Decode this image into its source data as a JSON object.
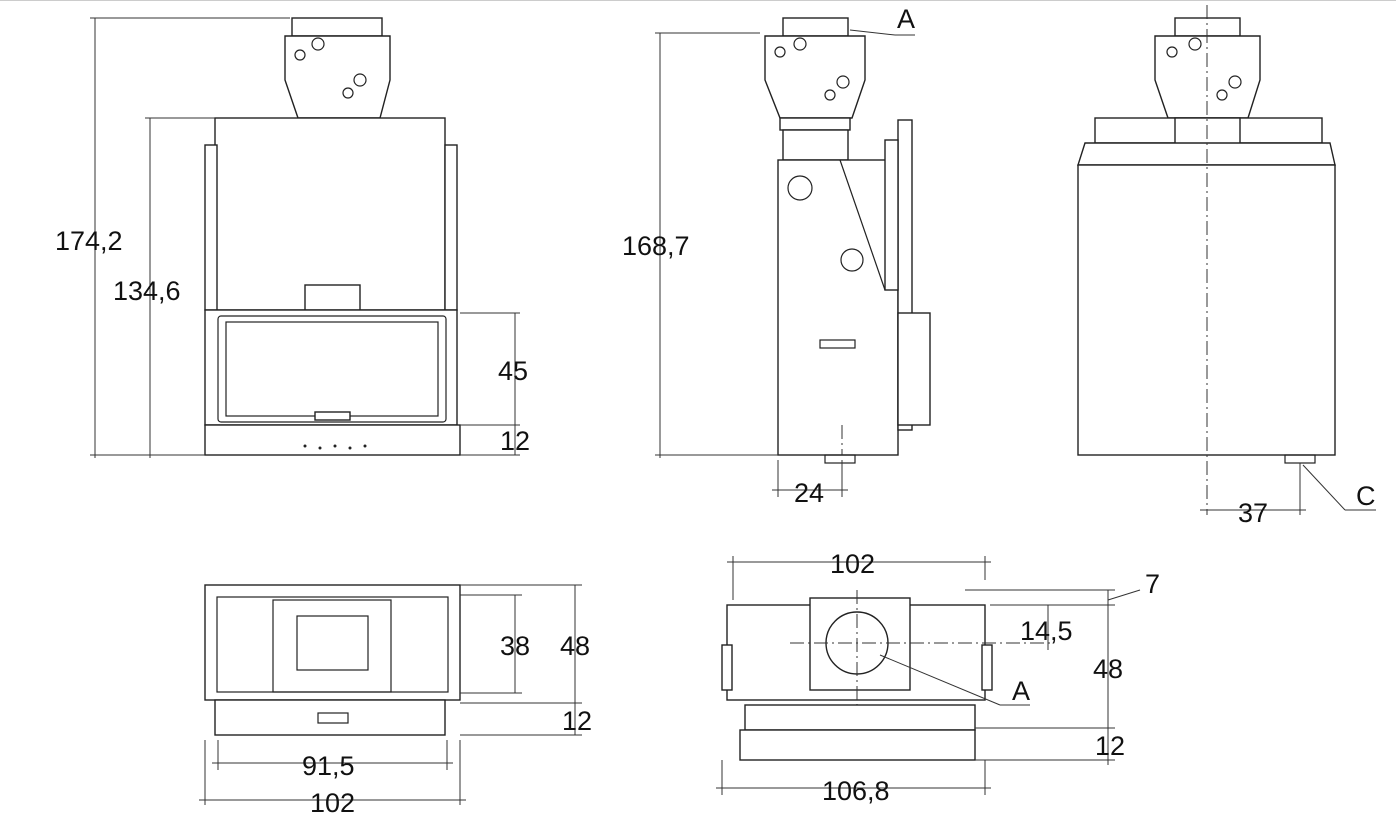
{
  "front_view": {
    "height_total": "174,2",
    "height_body": "134,6",
    "door_height": "45",
    "base_height": "12"
  },
  "side_view": {
    "height_total": "168,7",
    "flue_label": "A",
    "offset": "24"
  },
  "rear_view": {
    "offset": "37",
    "connection_label": "C"
  },
  "top_view_left": {
    "depth_inner": "38",
    "depth_total": "48",
    "front_depth": "12",
    "width_inner": "91,5",
    "width_total": "102"
  },
  "top_view_right": {
    "width_body": "102",
    "setback": "7",
    "flue_offset": "14,5",
    "depth_total": "48",
    "flue_label": "A",
    "front_depth": "12",
    "width_total": "106,8"
  }
}
